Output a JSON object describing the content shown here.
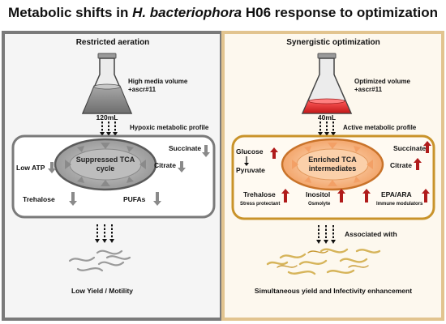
{
  "title": {
    "prefix": "Metabolic shifts in ",
    "species": "H. bacteriophora",
    "suffix": " H06 response to optimization"
  },
  "left": {
    "heading": "Restricted aeration",
    "flask_label_line1": "High media volume",
    "flask_label_line2": "+ascr#11",
    "volume": "120mL",
    "profile": "Hypoxic metabolic profile",
    "tca_line1": "Suppressed TCA",
    "tca_line2": "cycle",
    "metabolites": {
      "low_atp": "Low ATP",
      "succinate": "Succinate",
      "citrate": "Citrate",
      "trehalose": "Trehalose",
      "pufas": "PUFAs"
    },
    "outcome": "Low Yield / Motility"
  },
  "right": {
    "heading": "Synergistic optimization",
    "flask_label_line1": "Optimized volume",
    "flask_label_line2": "+ascr#11",
    "volume": "40mL",
    "profile": "Active metabolic profile",
    "tca_line1": "Enriched TCA",
    "tca_line2": "intermediates",
    "metabolites": {
      "glucose": "Glucose",
      "pyruvate": "Pyruvate",
      "succinate": "Succinate",
      "citrate": "Citrate",
      "trehalose": "Trehalose",
      "trehalose_sub": "Stress protectant",
      "inositol": "Inositol",
      "inositol_sub": "Osmolyte",
      "epa_ara": "EPA/ARA",
      "epa_ara_sub": "Immune modulators"
    },
    "associated": "Associated with",
    "outcome": "Simultaneous yield and Infectivity enhancement"
  },
  "colors": {
    "left_border": "#7a7a7a",
    "right_border": "#e2c48f",
    "left_bg": "#f5f5f5",
    "right_bg": "#fdf8ee",
    "left_oval": "#a8a8a8",
    "right_oval": "#f6b98a",
    "right_frame": "#c9932a",
    "up_arrow": "#b01b1b",
    "down_arrow": "#8a8a8a",
    "medium_red": "#e03a3a"
  }
}
